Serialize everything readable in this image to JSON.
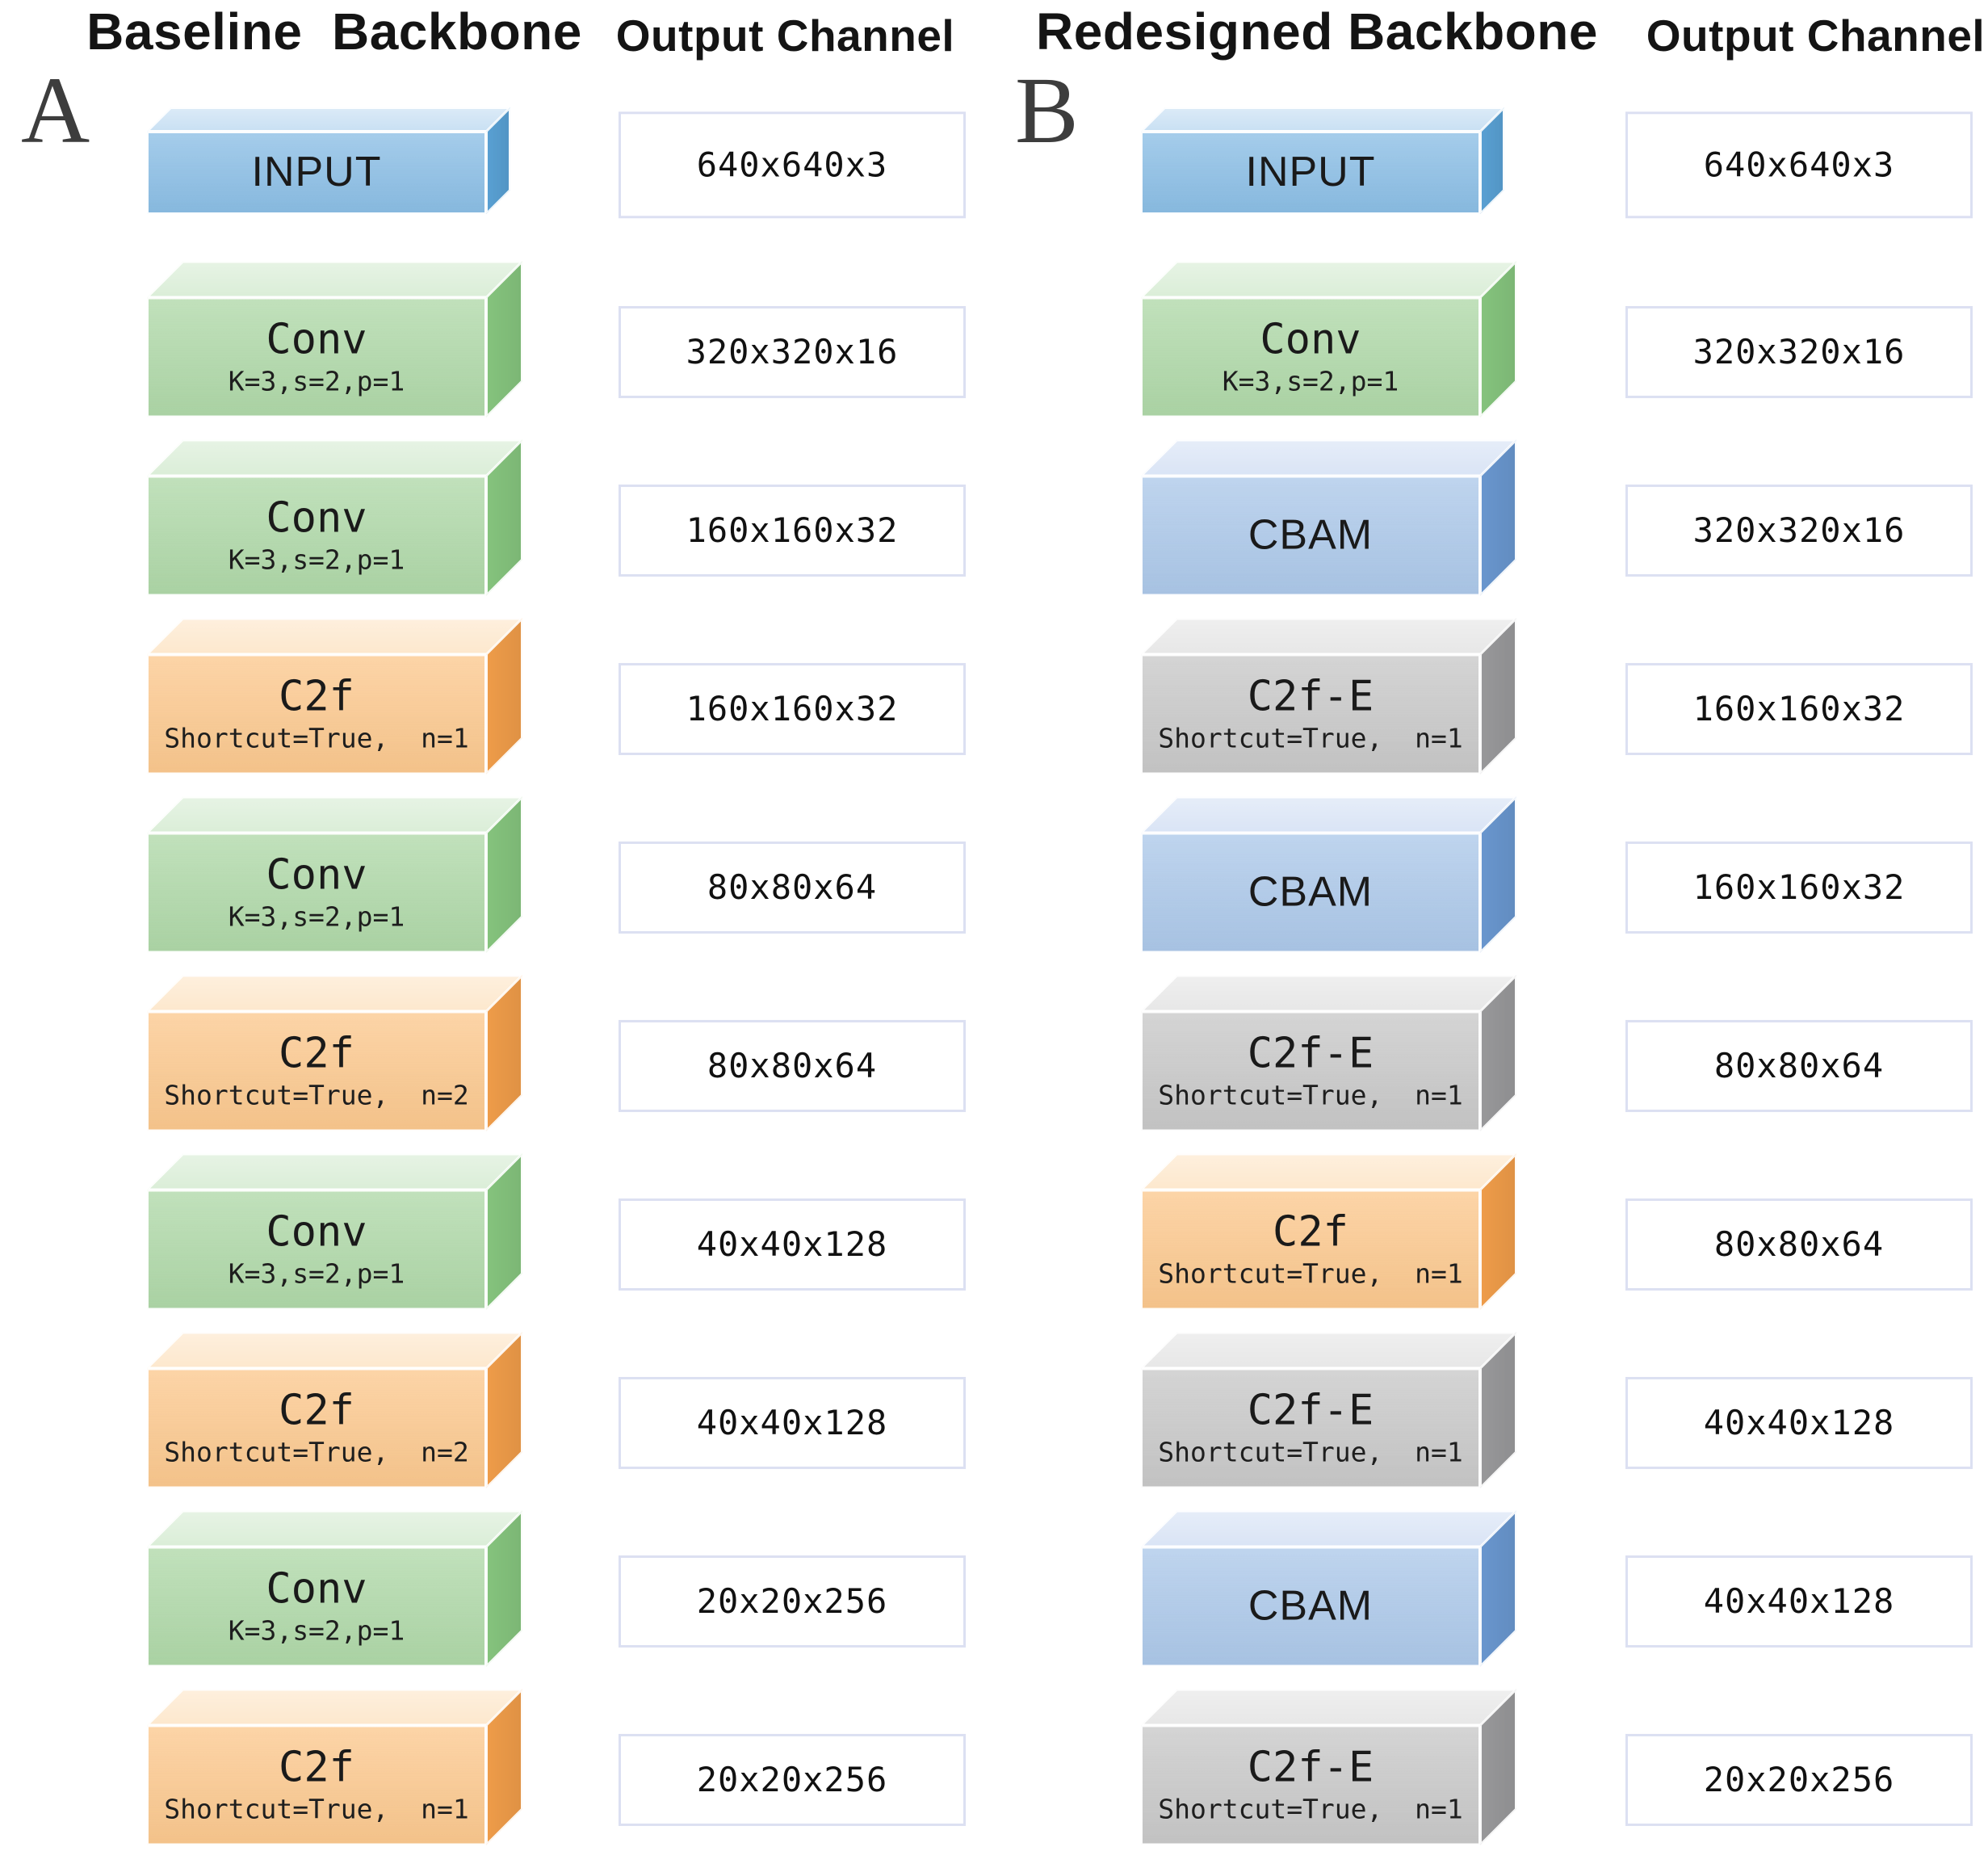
{
  "figure": {
    "type": "network-architecture-diagram",
    "panel_count": 2
  },
  "panels": [
    {
      "label": "A",
      "header": "Baseline  Backbone",
      "output_header": "Output Channel",
      "rows": [
        {
          "type": "input",
          "title": "INPUT",
          "sub": "",
          "output": "640x640x3"
        },
        {
          "type": "conv",
          "title": "Conv",
          "sub": "K=3,s=2,p=1",
          "output": "320x320x16"
        },
        {
          "type": "conv",
          "title": "Conv",
          "sub": "K=3,s=2,p=1",
          "output": "160x160x32"
        },
        {
          "type": "c2f",
          "title": "C2f",
          "sub": "Shortcut=True,  n=1",
          "output": "160x160x32"
        },
        {
          "type": "conv",
          "title": "Conv",
          "sub": "K=3,s=2,p=1",
          "output": "80x80x64"
        },
        {
          "type": "c2f",
          "title": "C2f",
          "sub": "Shortcut=True,  n=2",
          "output": "80x80x64"
        },
        {
          "type": "conv",
          "title": "Conv",
          "sub": "K=3,s=2,p=1",
          "output": "40x40x128"
        },
        {
          "type": "c2f",
          "title": "C2f",
          "sub": "Shortcut=True,  n=2",
          "output": "40x40x128"
        },
        {
          "type": "conv",
          "title": "Conv",
          "sub": "K=3,s=2,p=1",
          "output": "20x20x256"
        },
        {
          "type": "c2f",
          "title": "C2f",
          "sub": "Shortcut=True,  n=1",
          "output": "20x20x256"
        }
      ]
    },
    {
      "label": "B",
      "header": "Redesigned Backbone",
      "output_header": "Output Channel",
      "rows": [
        {
          "type": "input",
          "title": "INPUT",
          "sub": "",
          "output": "640x640x3"
        },
        {
          "type": "conv",
          "title": "Conv",
          "sub": "K=3,s=2,p=1",
          "output": "320x320x16"
        },
        {
          "type": "cbam",
          "title": "CBAM",
          "sub": "",
          "output": "320x320x16"
        },
        {
          "type": "c2fe",
          "title": "C2f-E",
          "sub": "Shortcut=True,  n=1",
          "output": "160x160x32"
        },
        {
          "type": "cbam",
          "title": "CBAM",
          "sub": "",
          "output": "160x160x32"
        },
        {
          "type": "c2fe",
          "title": "C2f-E",
          "sub": "Shortcut=True,  n=1",
          "output": "80x80x64"
        },
        {
          "type": "c2f",
          "title": "C2f",
          "sub": "Shortcut=True,  n=1",
          "output": "80x80x64"
        },
        {
          "type": "c2fe",
          "title": "C2f-E",
          "sub": "Shortcut=True,  n=1",
          "output": "40x40x128"
        },
        {
          "type": "cbam",
          "title": "CBAM",
          "sub": "",
          "output": "40x40x128"
        },
        {
          "type": "c2fe",
          "title": "C2f-E",
          "sub": "Shortcut=True,  n=1",
          "output": "20x20x256"
        }
      ]
    }
  ],
  "colors": {
    "blocks": {
      "input": {
        "front": "#8BBEE5",
        "top": "#C7DFF3",
        "side": "#5CA6DB"
      },
      "conv": {
        "front": "#AFD8A8",
        "top": "#D9EDD6",
        "side": "#8ACB82"
      },
      "c2f": {
        "front": "#FBC88E",
        "top": "#FDE7CB",
        "side": "#F8A24C"
      },
      "cbam": {
        "front": "#ACC8E9",
        "top": "#D8E3F5",
        "side": "#6D9CD6"
      },
      "c2fe": {
        "front": "#C8C8C8",
        "top": "#E6E6E6",
        "side": "#9E9EA0"
      }
    },
    "output_border": "#DCE0F2",
    "text": "#161616"
  }
}
